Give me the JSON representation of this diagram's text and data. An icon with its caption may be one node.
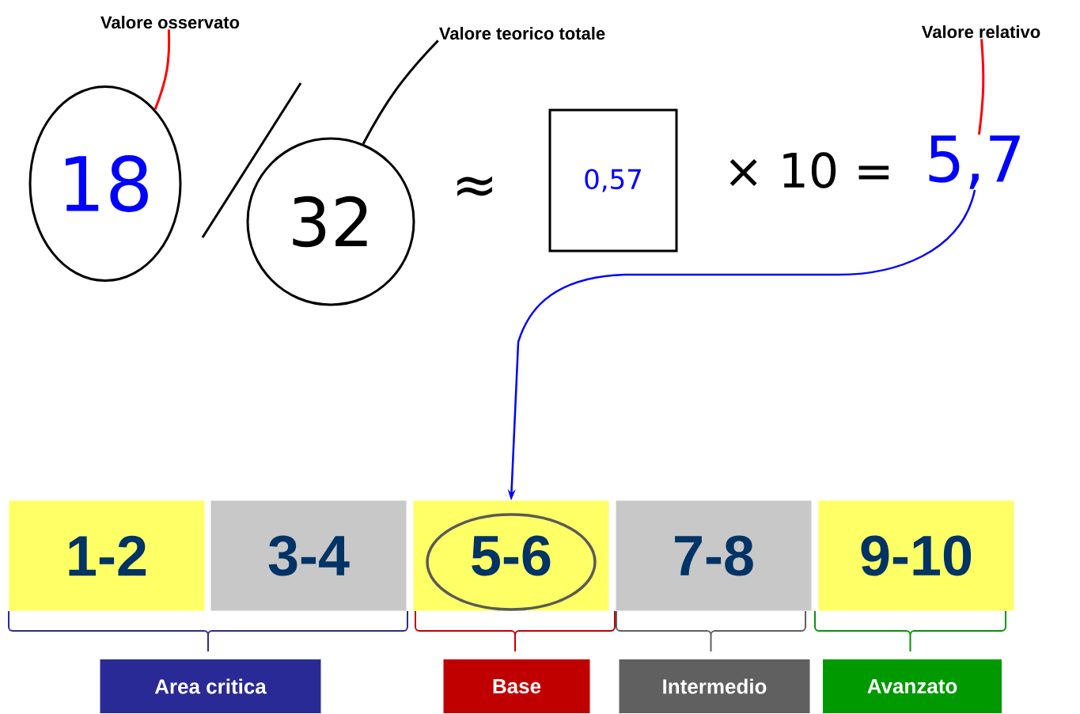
{
  "diagram": {
    "nodes": [
      {
        "text": [
          "Valore osservato"
        ]
      },
      {
        "text": [
          "18"
        ]
      },
      {
        "text": [
          "Valore teorico totale"
        ]
      },
      {
        "text": [
          "32"
        ]
      },
      {
        "text": [
          "0,57"
        ]
      },
      {
        "text": [
          "Valore relativo"
        ]
      },
      {
        "text": [
          "5,7"
        ]
      },
      {
        "text": [
          "1-2"
        ]
      },
      {
        "text": [
          "3-4"
        ]
      },
      {
        "text": [
          "5-6"
        ]
      },
      {
        "text": [
          "7-8"
        ]
      },
      {
        "text": [
          "9-10"
        ]
      },
      {
        "text": [
          "Area critica"
        ]
      },
      {
        "text": [
          "Base"
        ]
      },
      {
        "text": [
          "Intermedio"
        ]
      },
      {
        "text": [
          "Avanzato"
        ]
      }
    ],
    "edges": [
      {
        "from": 0,
        "to": 1,
        "arrow": "none",
        "color": "#ff0000"
      },
      {
        "from": 2,
        "to": 3,
        "arrow": "none",
        "color": "#000000"
      },
      {
        "from": 5,
        "to": 6,
        "arrow": "none",
        "color": "#ff0000"
      },
      {
        "from": 6,
        "to": 9,
        "arrow": "to",
        "color": "#0000ff"
      }
    ],
    "labels": [
      "≈",
      "× 10 ="
    ]
  }
}
